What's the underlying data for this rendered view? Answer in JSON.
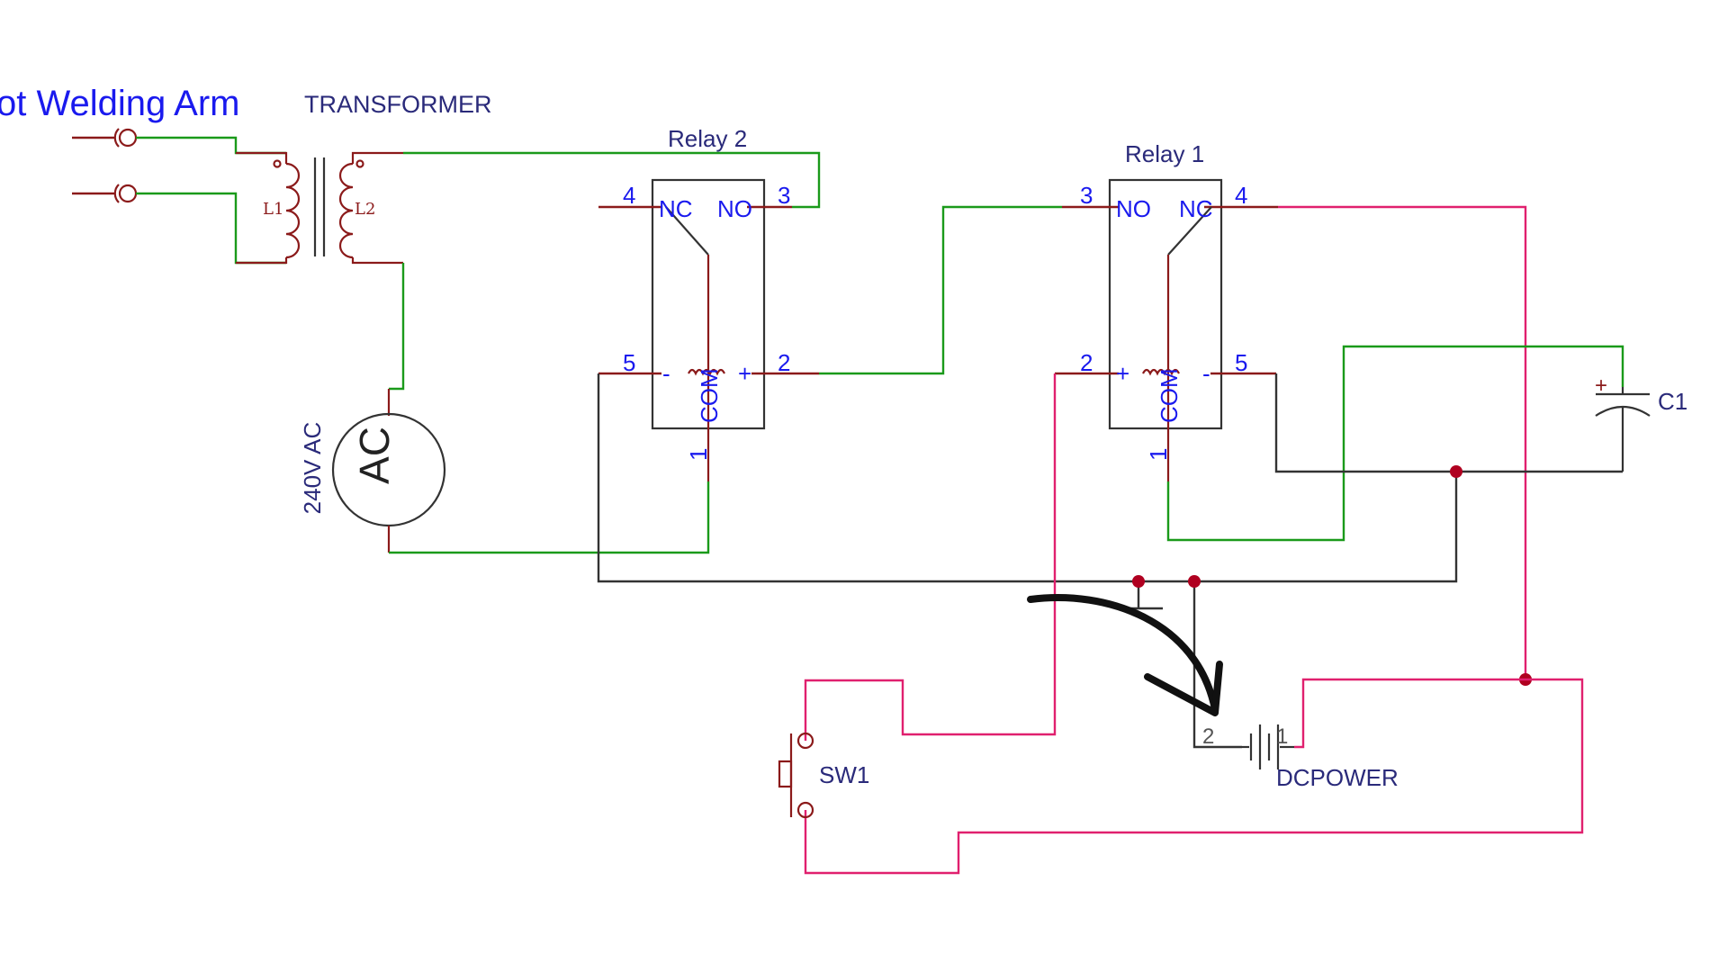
{
  "title": "ot Welding Arm",
  "transformer": {
    "label": "TRANSFORMER",
    "coil1": "L1",
    "coil2": "L2"
  },
  "ac_source": {
    "symbol": "AC",
    "label": "240V AC"
  },
  "relay2": {
    "label": "Relay 2",
    "pin4": "4",
    "pin3": "3",
    "pin5": "5",
    "pin2": "2",
    "pin1": "1",
    "nc": "NC",
    "no": "NO",
    "com": "COM",
    "minus": "-",
    "plus": "+"
  },
  "relay1": {
    "label": "Relay 1",
    "pin3": "3",
    "pin4": "4",
    "pin2": "2",
    "pin5": "5",
    "pin1": "1",
    "no": "NO",
    "nc": "NC",
    "com": "COM",
    "plus": "+",
    "minus": "-"
  },
  "capacitor": {
    "label": "C1",
    "plus": "+"
  },
  "switch": {
    "label": "SW1"
  },
  "dcpower": {
    "label": "DCPOWER",
    "pin2": "2",
    "pin1": "1"
  },
  "colors": {
    "green_wire": "#1a9a1a",
    "red_wire": "#8b1a1a",
    "pink_wire": "#e0206e",
    "black_wire": "#333333",
    "pin_text": "#1a1aee",
    "junction": "#b00020"
  }
}
